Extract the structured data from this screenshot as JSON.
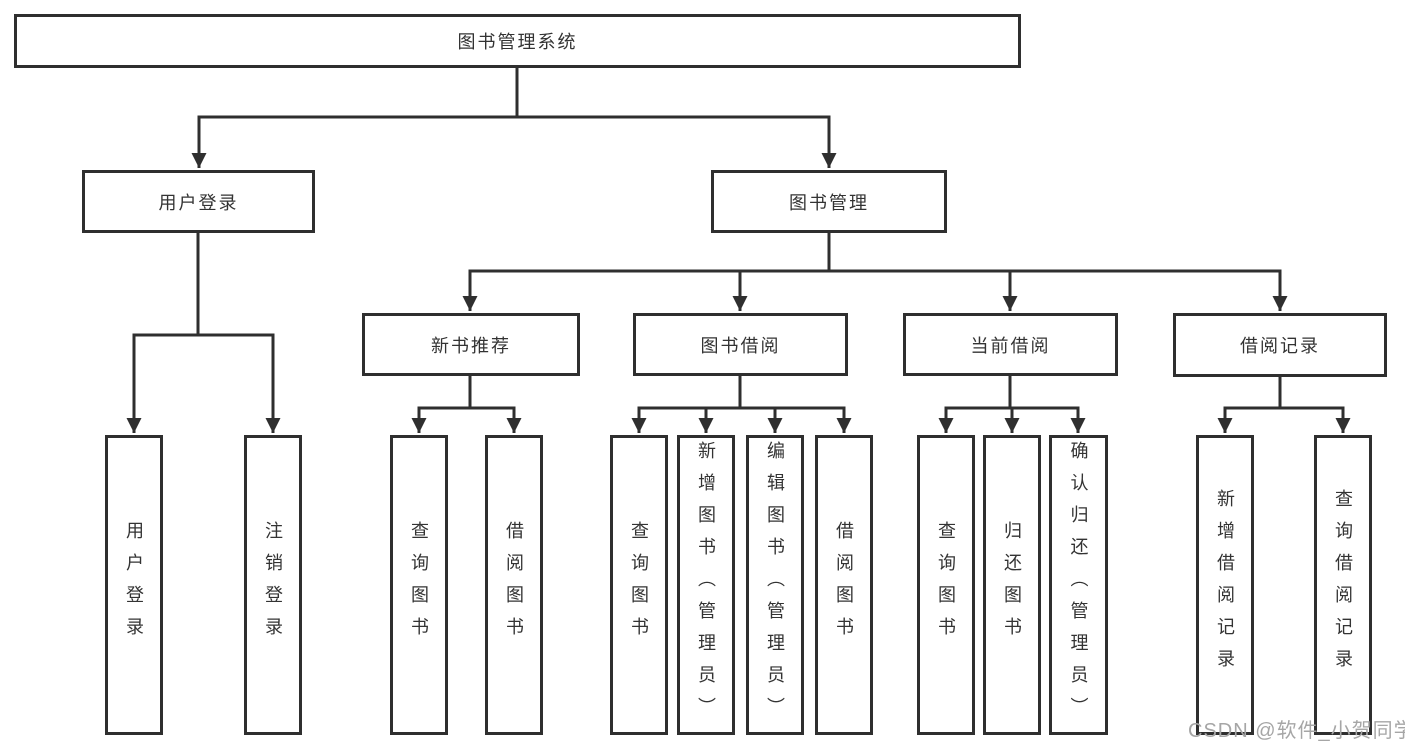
{
  "tree": {
    "root": {
      "label": "图书管理系统",
      "children": [
        {
          "label": "用户登录",
          "children": [
            {
              "label": "用户登录"
            },
            {
              "label": "注销登录"
            }
          ]
        },
        {
          "label": "图书管理",
          "children": [
            {
              "label": "新书推荐",
              "children": [
                {
                  "label": "查询图书"
                },
                {
                  "label": "借阅图书"
                }
              ]
            },
            {
              "label": "图书借阅",
              "children": [
                {
                  "label": "查询图书"
                },
                {
                  "label": "新增图书（管理员）"
                },
                {
                  "label": "编辑图书（管理员）"
                },
                {
                  "label": "借阅图书"
                }
              ]
            },
            {
              "label": "当前借阅",
              "children": [
                {
                  "label": "查询图书"
                },
                {
                  "label": "归还图书"
                },
                {
                  "label": "确认归还（管理员）"
                }
              ]
            },
            {
              "label": "借阅记录",
              "children": [
                {
                  "label": "新增借阅记录"
                },
                {
                  "label": "查询借阅记录"
                }
              ]
            }
          ]
        }
      ]
    }
  },
  "watermark": {
    "text": "CSDN @软件_小贺同学"
  },
  "colors": {
    "line": "#2f2f2f",
    "text": "#333333",
    "watermark": "#a6a6a6",
    "background": "#ffffff"
  }
}
